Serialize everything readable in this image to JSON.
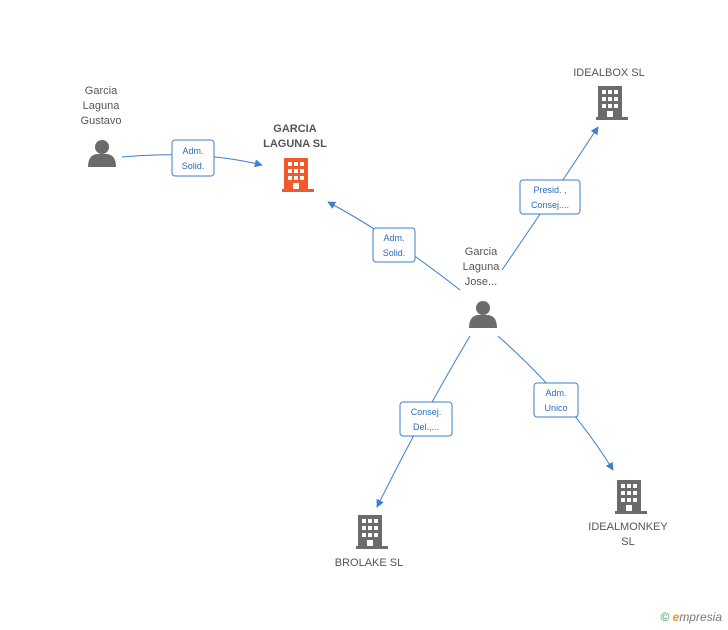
{
  "nodes": {
    "gustavo": {
      "label_lines": [
        "Garcia",
        "Laguna",
        "Gustavo"
      ],
      "type": "person"
    },
    "garcia_laguna_sl": {
      "label_lines": [
        "GARCIA",
        "LAGUNA SL"
      ],
      "type": "company",
      "highlight": true
    },
    "jose": {
      "label_lines": [
        "Garcia",
        "Laguna",
        "Jose..."
      ],
      "type": "person"
    },
    "idealbox": {
      "label_lines": [
        "IDEALBOX SL"
      ],
      "type": "company"
    },
    "brolake": {
      "label_lines": [
        "BROLAKE SL"
      ],
      "type": "company"
    },
    "idealmonkey": {
      "label_lines": [
        "IDEALMONKEY",
        "SL"
      ],
      "type": "company"
    }
  },
  "edges": {
    "gustavo_to_main": {
      "label_lines": [
        "Adm.",
        "Solid."
      ]
    },
    "jose_to_main": {
      "label_lines": [
        "Adm.",
        "Solid."
      ]
    },
    "jose_to_idealbox": {
      "label_lines": [
        "Presid. ,",
        "Consej...."
      ]
    },
    "jose_to_brolake": {
      "label_lines": [
        "Consej.",
        "Del.,..."
      ]
    },
    "jose_to_idealmonkey": {
      "label_lines": [
        "Adm.",
        "Unico"
      ]
    }
  },
  "colors": {
    "edge": "#3a7fd0",
    "person_icon": "#6b6b6b",
    "company_icon": "#6b6b6b",
    "company_highlight": "#f0592b",
    "label_box_border": "#3a7fd0"
  },
  "footer": {
    "copyright_symbol": "©",
    "brand_initial": "e",
    "brand_rest": "mpresia"
  }
}
